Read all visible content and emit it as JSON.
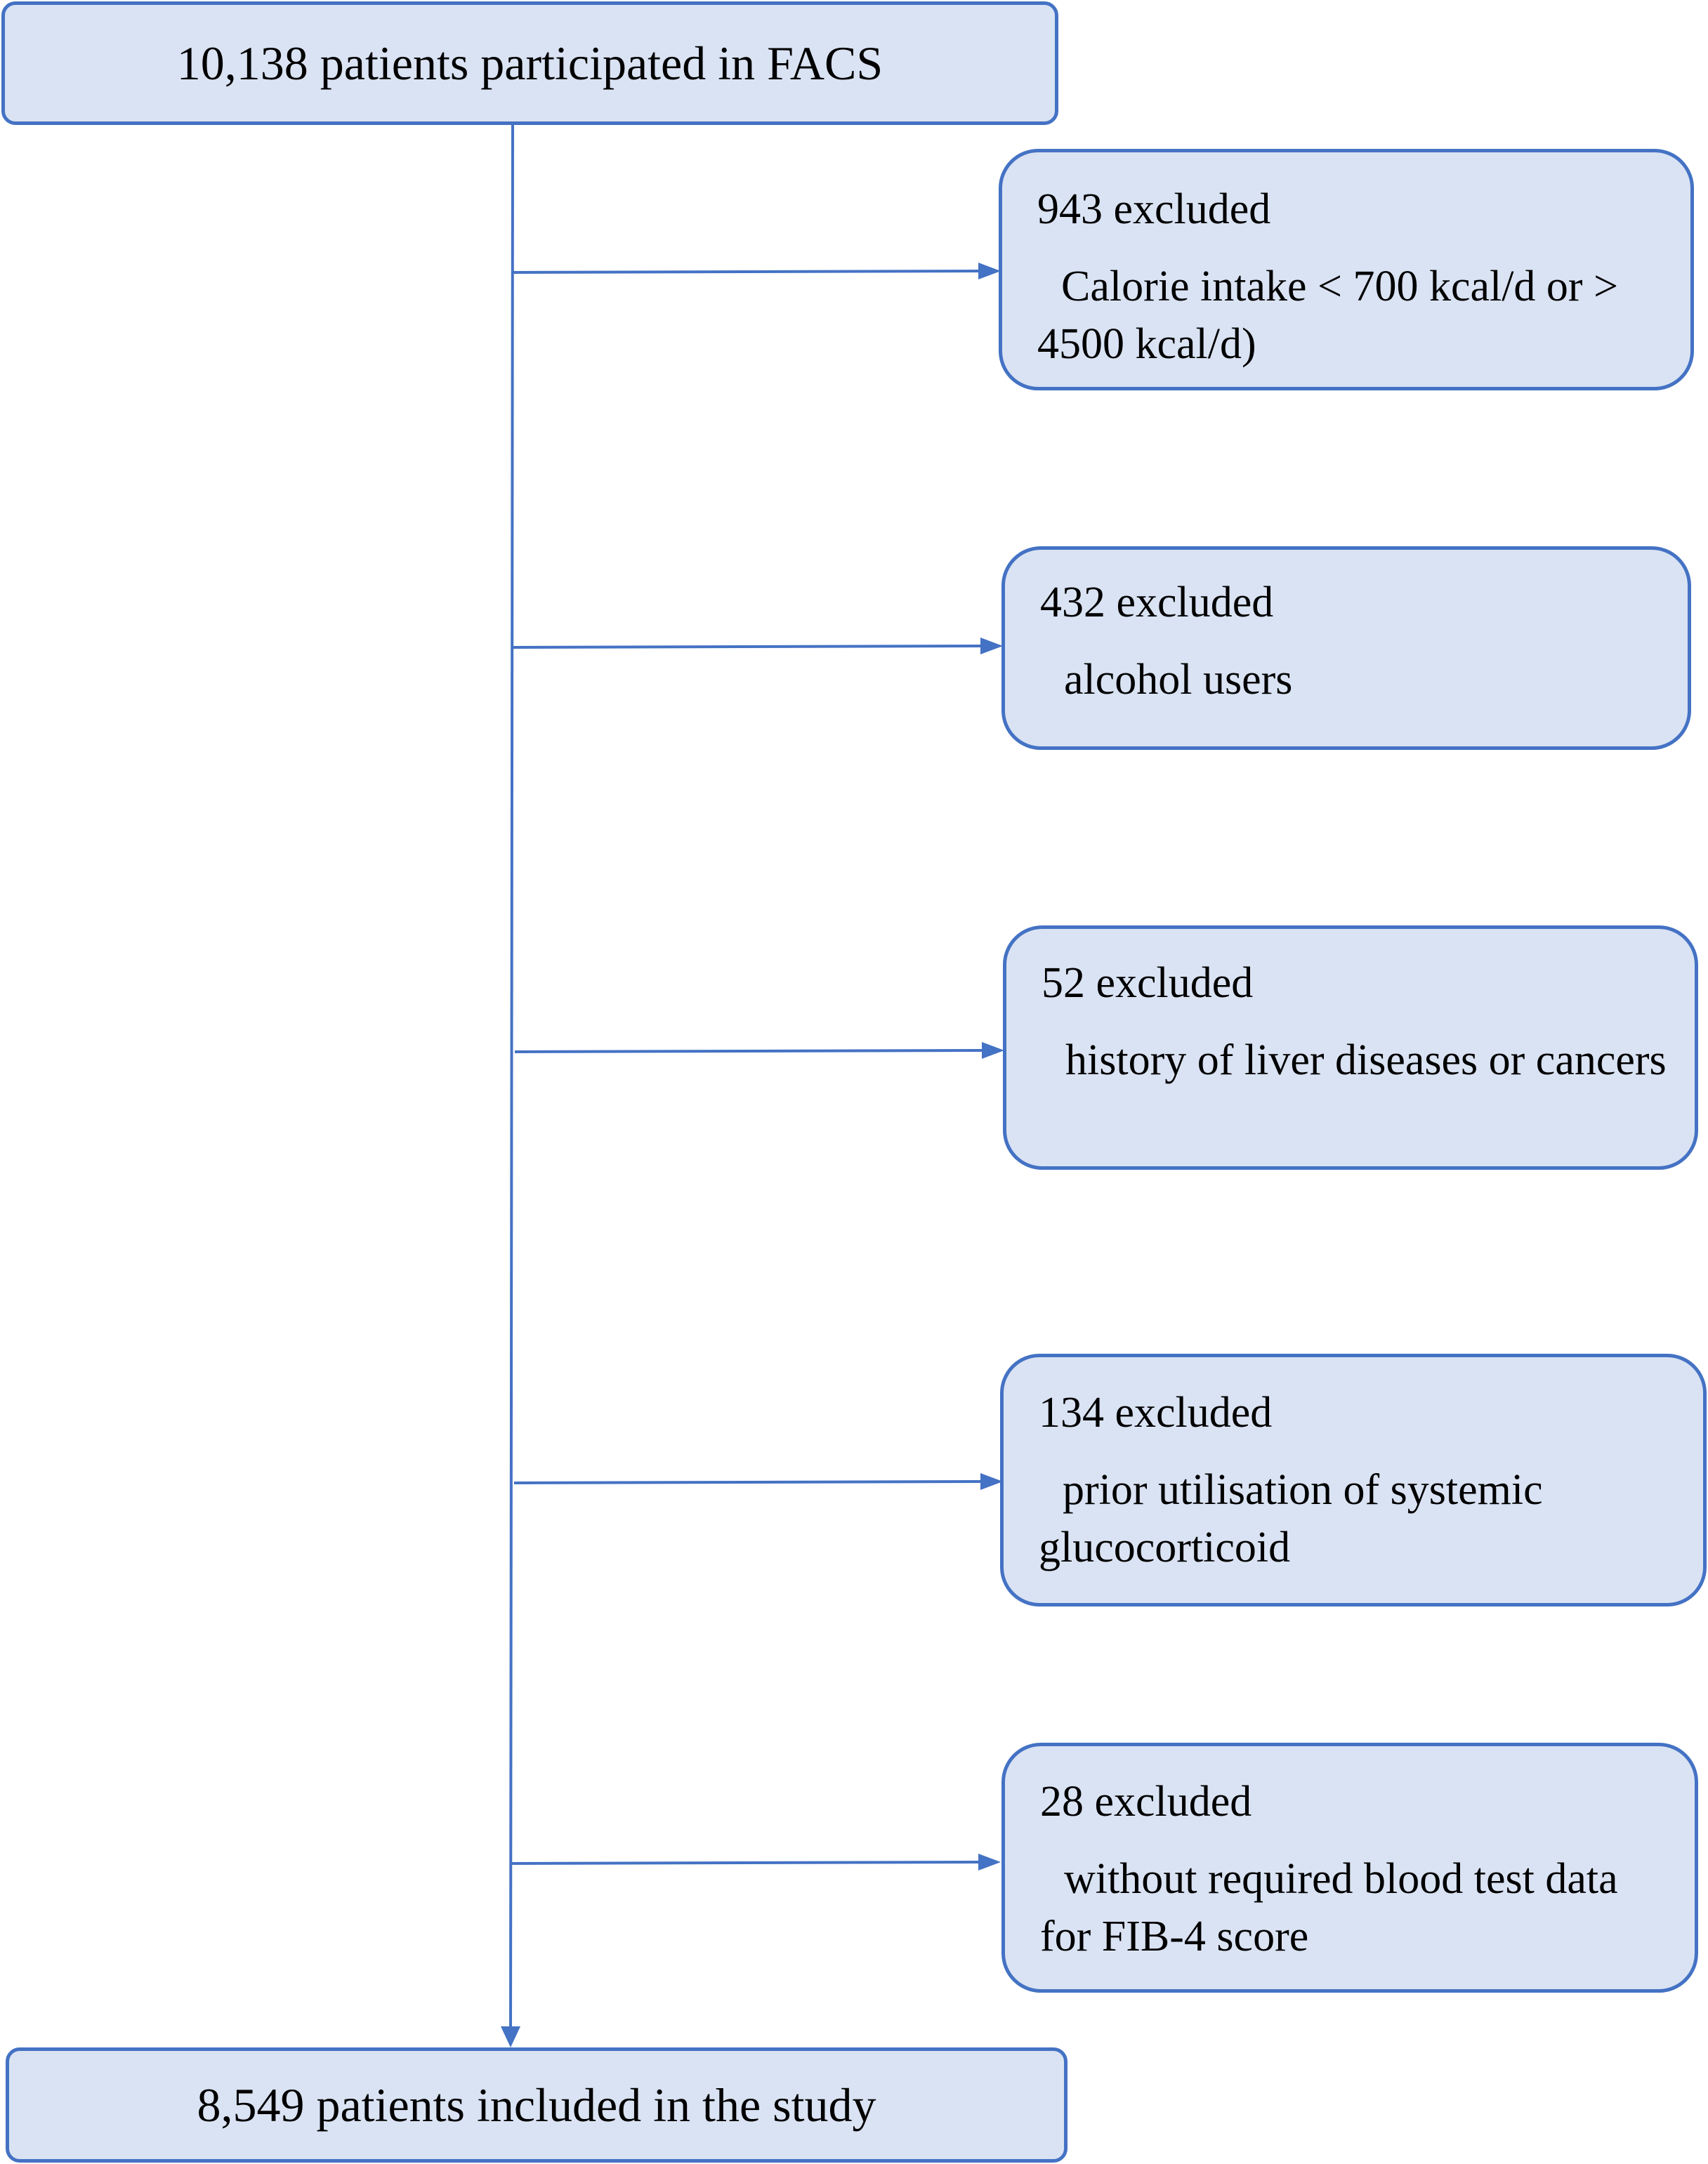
{
  "diagram": {
    "colors": {
      "box_fill": "#dae3f3",
      "box_border": "#4472c4",
      "connector": "#4472c4",
      "text": "#000000"
    },
    "start_box": {
      "text": "10,138 patients participated in FACS"
    },
    "exclusions": [
      {
        "count_text": "943 excluded",
        "reason": "Calorie intake < 700 kcal/d or > 4500 kcal/d)"
      },
      {
        "count_text": "432 excluded",
        "reason": "alcohol users"
      },
      {
        "count_text": "52 excluded",
        "reason": "history of liver diseases or cancers"
      },
      {
        "count_text": "134 excluded",
        "reason": "prior utilisation of systemic glucocorticoid"
      },
      {
        "count_text": "28 excluded",
        "reason": "without required blood test data for FIB-4 score"
      }
    ],
    "end_box": {
      "text": "8,549 patients included in the study"
    }
  }
}
